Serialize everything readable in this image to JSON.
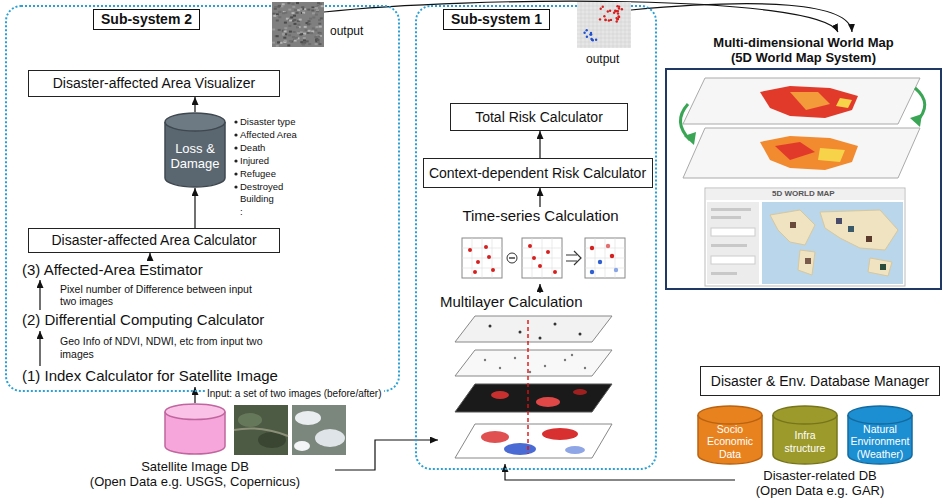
{
  "diagram": {
    "nodes": [
      {
        "text": [
          "Sub-system 2"
        ]
      },
      {
        "text": [
          "output"
        ],
        "in": 0
      },
      {
        "text": [
          "Disaster-affected Area Visualizer"
        ],
        "in": 0
      },
      {
        "text": [
          "Loss & Damage"
        ],
        "in": 0
      },
      {
        "text": [
          "Disaster-affected Area Calculator"
        ],
        "in": 0
      },
      {
        "text": [
          "(3) Affected-Area Estimator"
        ],
        "in": 0
      },
      {
        "text": [
          "(2) Differential Computing Calculator"
        ],
        "in": 0
      },
      {
        "text": [
          "(1) Index Calculator for Satellite Image"
        ],
        "in": 0
      },
      {
        "text": [
          "Sub-system 1"
        ]
      },
      {
        "text": [
          "output"
        ],
        "in": 8
      },
      {
        "text": [
          "Total Risk Calculator"
        ],
        "in": 8
      },
      {
        "text": [
          "Context-dependent Risk Calculator"
        ],
        "in": 8
      },
      {
        "text": [
          "Time-series Calculation"
        ],
        "in": 8
      },
      {
        "text": [
          "Multilayer Calculation"
        ],
        "in": 8
      },
      {
        "text": [
          "Multi-dimensional World Map",
          "(5D World Map System)"
        ]
      },
      {
        "text": [
          "Disaster & Env. Database Manager"
        ]
      },
      {
        "text": [
          "Socio Economic Data"
        ]
      },
      {
        "text": [
          "Infra structure"
        ]
      },
      {
        "text": [
          "Natural Environment (Weather)"
        ]
      },
      {
        "text": [
          "Disaster-related DB",
          "(Open Data e.g. GAR)"
        ]
      },
      {
        "text": [
          "Satellite Image DB",
          "(Open Data e.g. USGS, Copernicus)"
        ]
      }
    ],
    "edges": [
      {
        "from": 20,
        "to": 7,
        "arrow": "to",
        "label": "Input: a set of two images (before/after)"
      },
      {
        "from": 7,
        "to": 6,
        "arrow": "to",
        "label": "Geo Info of NDVI, NDWI, etc from input two images"
      },
      {
        "from": 6,
        "to": 5,
        "arrow": "to",
        "label": "Pixel number of Difference between input two images"
      },
      {
        "from": 5,
        "to": 4,
        "arrow": "to"
      },
      {
        "from": 4,
        "to": 3,
        "arrow": "to"
      },
      {
        "from": 3,
        "to": 2,
        "arrow": "to"
      },
      {
        "from": 1,
        "to": 14,
        "arrow": "to"
      },
      {
        "from": 13,
        "to": 12,
        "arrow": "to"
      },
      {
        "from": 12,
        "to": 11,
        "arrow": "to"
      },
      {
        "from": 11,
        "to": 10,
        "arrow": "to"
      },
      {
        "from": 9,
        "to": 14,
        "arrow": "to"
      },
      {
        "from": 20,
        "to": 13,
        "arrow": "to"
      },
      {
        "from": 19,
        "to": 13,
        "arrow": "to"
      }
    ],
    "labels": [
      "Disaster type",
      "Affected Area",
      "Death",
      "Injured",
      "Refugee",
      "Destroyed Building",
      ":",
      "5D WORLD MAP"
    ]
  }
}
